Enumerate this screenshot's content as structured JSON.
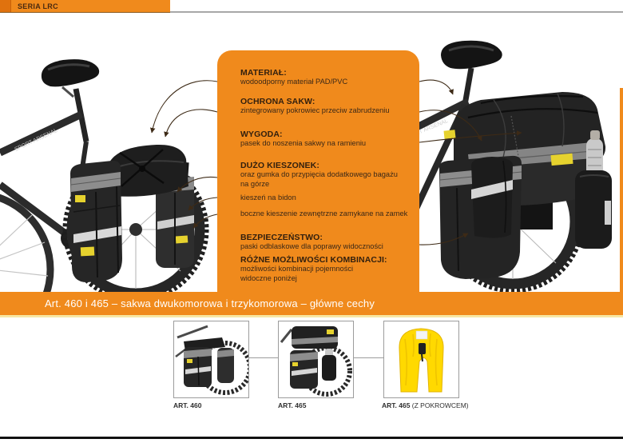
{
  "header": {
    "series_label": "SERIA LRC"
  },
  "photos": {
    "frame_text": "SPORT ARSENAL"
  },
  "panel": {
    "features": [
      {
        "heading": "MATERIAŁ:",
        "body": "wodoodporny materiał PAD/PVC",
        "body2": ""
      },
      {
        "heading": "OCHRONA SAKW:",
        "body": "zintegrowany pokrowiec przeciw zabrudzeniu",
        "body2": ""
      },
      {
        "heading": "WYGODA:",
        "body": "pasek do noszenia sakwy na ramieniu",
        "body2": ""
      },
      {
        "heading": "DUŻO KIESZONEK:",
        "body": "oraz gumka do przypięcia dodatkowego bagażu",
        "body2": "na górze"
      },
      {
        "heading": "",
        "body": "kieszeń na bidon",
        "body2": ""
      },
      {
        "heading": "",
        "body": "boczne kieszenie zewnętrzne zamykane na zamek",
        "body2": ""
      },
      {
        "heading": "BEZPIECZEŃSTWO:",
        "body": "paski odblaskowe dla poprawy widoczności",
        "body2": ""
      },
      {
        "heading": "RÓŻNE MOŻLIWOŚCI KOMBINACJI:",
        "body": "możliwości kombinacji pojemności",
        "body2": "widoczne poniżej"
      }
    ]
  },
  "banner": {
    "text": "Art. 460 i 465 – sakwa dwukomorowa i trzykomorowa – główne cechy"
  },
  "products": [
    {
      "label": "ART. 460",
      "suffix": ""
    },
    {
      "label": "ART. 465",
      "suffix": ""
    },
    {
      "label": "ART. 465",
      "suffix": " (Z POKROWCEM)"
    }
  ],
  "colors": {
    "accent_orange": "#F08A1C",
    "accent_dark_orange": "#E0720E",
    "banner_substripe": "#F7E7A2",
    "cover_yellow": "#FFD900",
    "text_dark_brown": "#33200E"
  }
}
